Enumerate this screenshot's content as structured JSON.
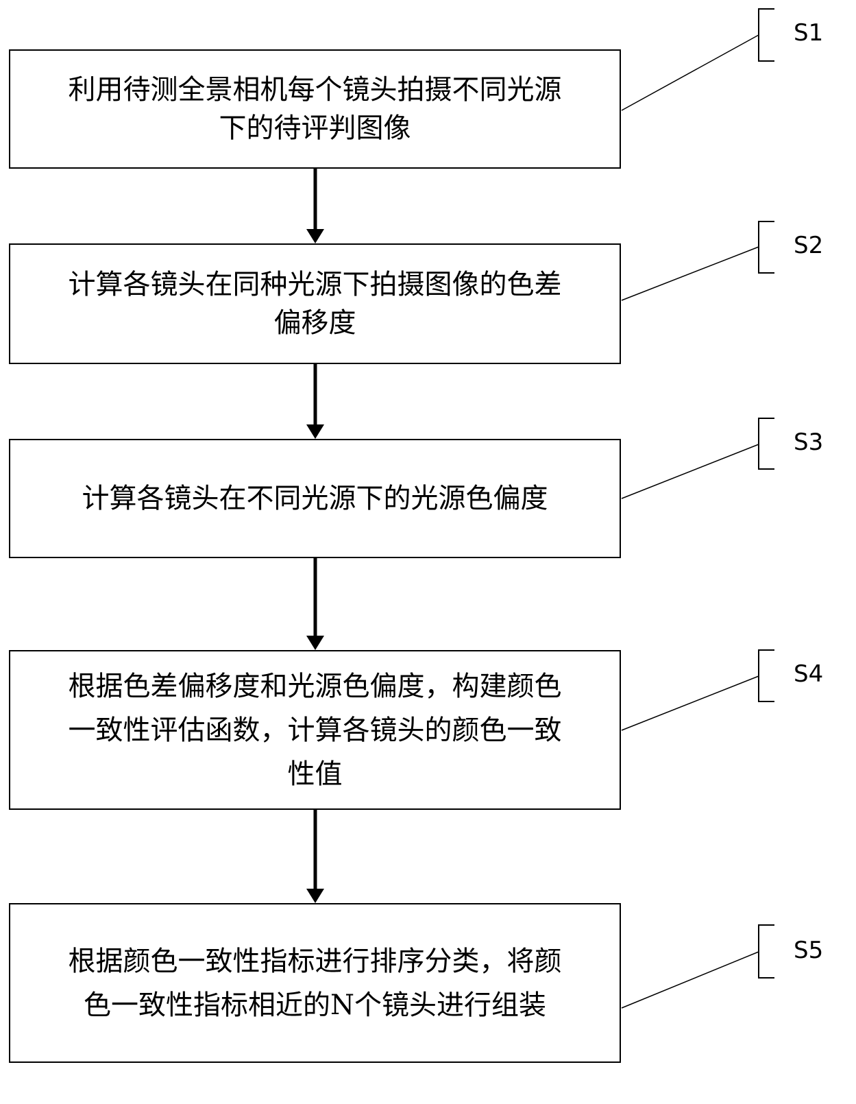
{
  "flowchart": {
    "steps": [
      {
        "id": "S1",
        "label": "S1",
        "lines": [
          "利用待测全景相机每个镜头拍摄不同光源",
          "下的待评判图像"
        ]
      },
      {
        "id": "S2",
        "label": "S2",
        "lines": [
          "计算各镜头在同种光源下拍摄图像的色差",
          "偏移度"
        ]
      },
      {
        "id": "S3",
        "label": "S3",
        "lines": [
          "计算各镜头在不同光源下的光源色偏度"
        ]
      },
      {
        "id": "S4",
        "label": "S4",
        "lines": [
          "根据色差偏移度和光源色偏度，构建颜色",
          "一致性评估函数，计算各镜头的颜色一致",
          "性值"
        ]
      },
      {
        "id": "S5",
        "label": "S5",
        "lines": [
          "根据颜色一致性指标进行排序分类，将颜",
          "色一致性指标相近的N个镜头进行组装"
        ]
      }
    ],
    "arrow_color": "#000000",
    "line_color": "#000000"
  }
}
